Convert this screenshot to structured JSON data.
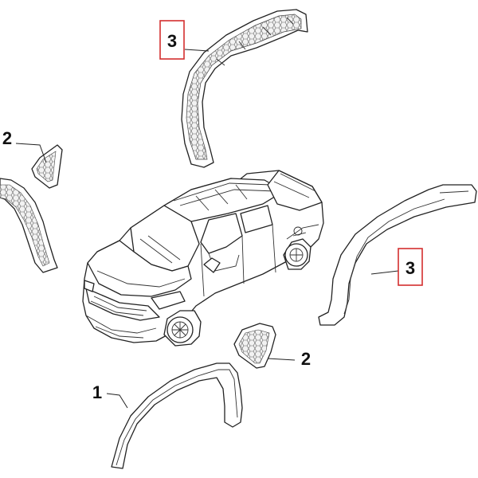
{
  "colors": {
    "callout_box": "#d32f2f",
    "line": "#222222",
    "background": "#ffffff"
  },
  "callouts": [
    {
      "id": "callout-3-top",
      "label": "3",
      "boxed": true
    },
    {
      "id": "callout-2-left",
      "label": "2",
      "boxed": false
    },
    {
      "id": "callout-3-right",
      "label": "3",
      "boxed": true
    },
    {
      "id": "callout-2-bottom",
      "label": "2",
      "boxed": false
    },
    {
      "id": "callout-1-bottom",
      "label": "1",
      "boxed": false
    }
  ]
}
